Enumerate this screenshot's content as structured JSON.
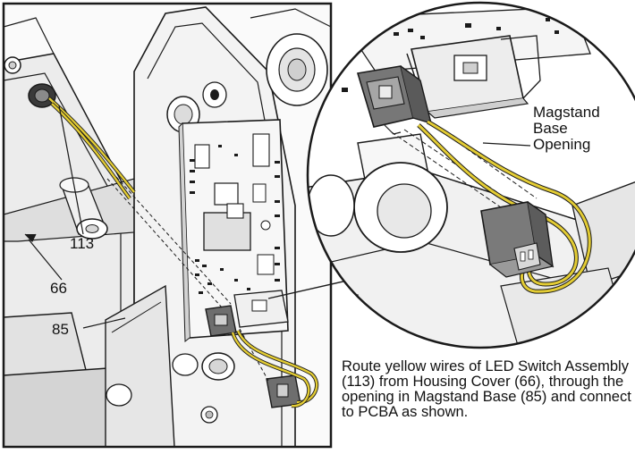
{
  "callouts": {
    "led_switch": "113",
    "housing_cover": "66",
    "magstand_base": "85"
  },
  "inset": {
    "label_lines": [
      "Magstand",
      "Base",
      "Opening"
    ]
  },
  "caption": "Route yellow wires of LED Switch Assembly (113) from Housing Cover (66), through the opening in Magstand Base (85) and connect to PCBA as shown.",
  "colors": {
    "wire": "#e3cc34",
    "line": "#1a1a1a",
    "shade": "#bdbdbd",
    "part_light": "#f4f4f4",
    "part_mid": "#dcdcdc",
    "connector": "#6e6e6e"
  }
}
